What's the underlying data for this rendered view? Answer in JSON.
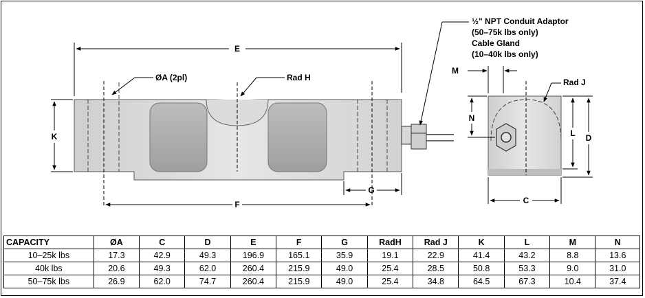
{
  "drawing": {
    "dim_labels": {
      "E": "E",
      "F": "F",
      "G": "G",
      "K": "K",
      "oA": "ØA (2pl)",
      "radH": "Rad H",
      "M": "M",
      "N": "N",
      "L": "L",
      "D": "D",
      "C": "C",
      "radJ": "Rad J"
    },
    "callout_lines": [
      "½\" NPT Conduit Adaptor",
      "(50–75k lbs only)",
      "Cable Gland",
      "(10–40k lbs only)"
    ]
  },
  "table": {
    "headers": [
      "CAPACITY",
      "ØA",
      "C",
      "D",
      "E",
      "F",
      "G",
      "RadH",
      "Rad J",
      "K",
      "L",
      "M",
      "N"
    ],
    "rows": [
      [
        "10–25k lbs",
        "17.3",
        "42.9",
        "49.3",
        "196.9",
        "165.1",
        "35.9",
        "19.1",
        "22.9",
        "41.4",
        "43.2",
        "8.8",
        "13.6"
      ],
      [
        "40k lbs",
        "20.6",
        "49.3",
        "62.0",
        "260.4",
        "215.9",
        "49.0",
        "25.4",
        "28.5",
        "50.8",
        "53.3",
        "9.0",
        "31.0"
      ],
      [
        "50–75k lbs",
        "26.9",
        "62.0",
        "74.7",
        "260.4",
        "215.9",
        "49.0",
        "25.4",
        "34.8",
        "64.5",
        "67.3",
        "10.4",
        "37.4"
      ]
    ]
  }
}
